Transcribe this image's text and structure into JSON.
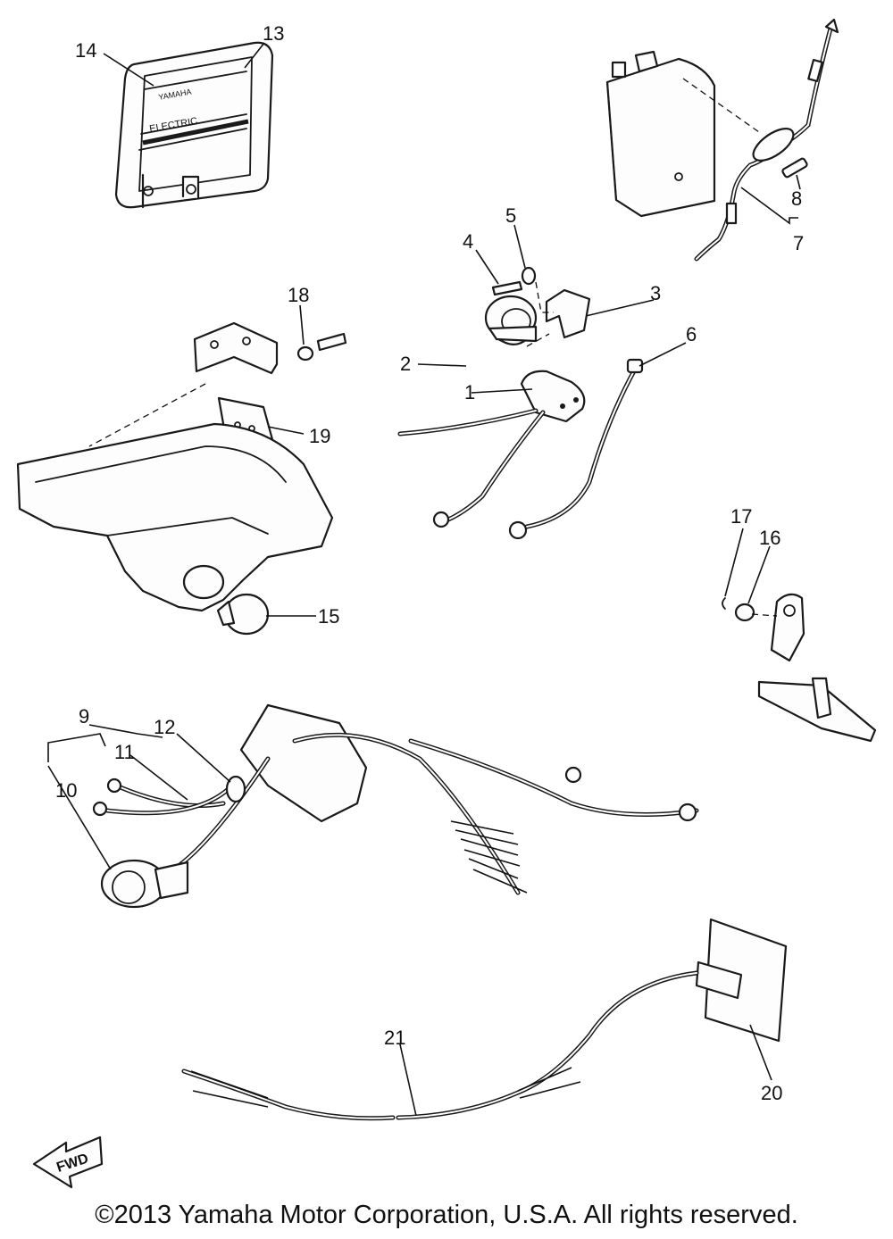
{
  "diagram": {
    "callouts": [
      "1",
      "2",
      "3",
      "4",
      "5",
      "6",
      "7",
      "8",
      "9",
      "10",
      "11",
      "12",
      "13",
      "14",
      "15",
      "16",
      "17",
      "18",
      "19",
      "20",
      "21"
    ],
    "box_brand": "YAMAHA",
    "box_label": "ELECTRIC",
    "fwd_label": "FWD"
  },
  "copyright": "©2013 Yamaha Motor Corporation, U.S.A. All rights reserved."
}
